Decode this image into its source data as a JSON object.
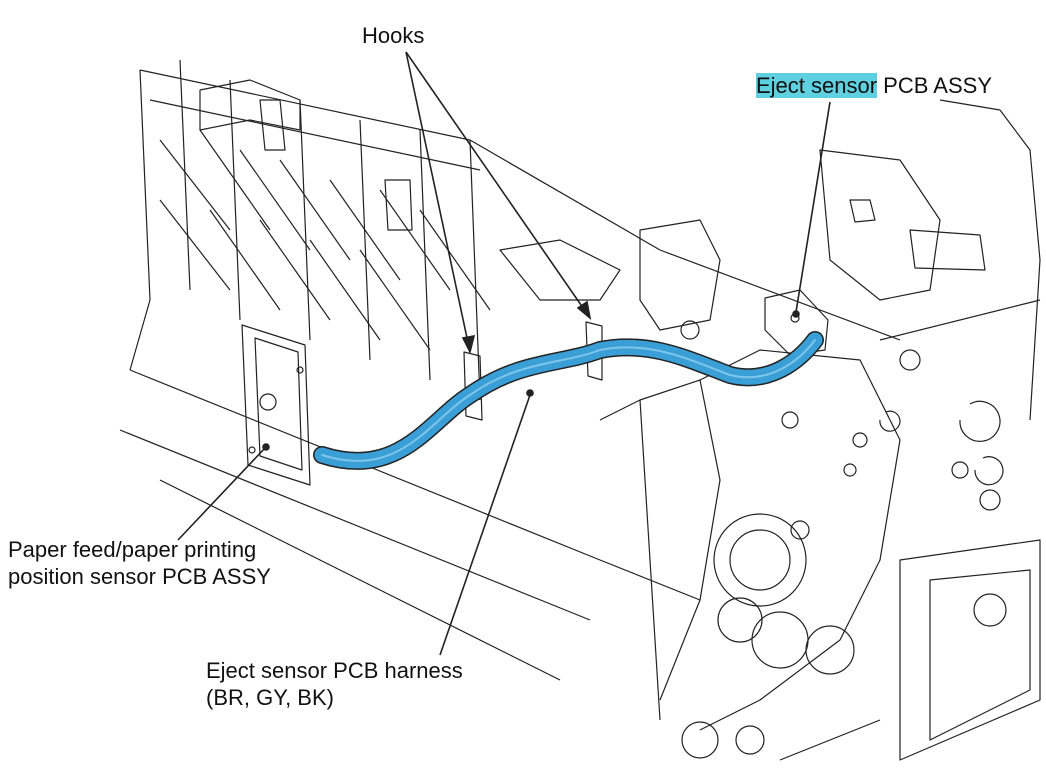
{
  "labels": {
    "hooks": "Hooks",
    "eject_sensor_highlight": "Eject sensor",
    "eject_sensor_rest": " PCB ASSY",
    "paper_feed_line1": "Paper feed/paper printing",
    "paper_feed_line2": "position sensor PCB ASSY",
    "harness_line1": "Eject sensor PCB harness",
    "harness_line2": "(BR, GY, BK)"
  },
  "colors": {
    "harness": "#3a9fd6",
    "highlight": "#5fd0e0",
    "linework": "#222222"
  }
}
